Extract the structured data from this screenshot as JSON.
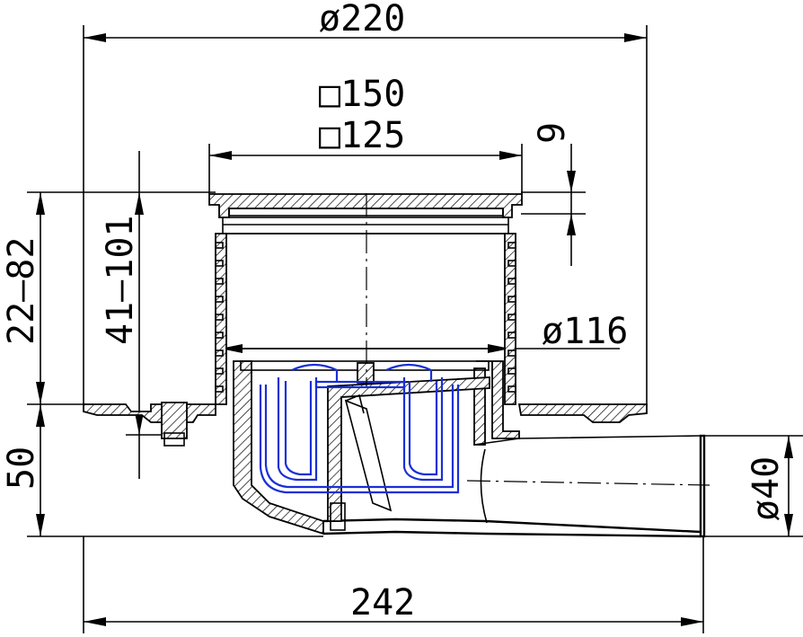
{
  "drawing": {
    "dimensions": {
      "outer_diameter": "ø220",
      "grate_outer": "□150",
      "grate_inner": "□125",
      "frame_height": "9",
      "height_range_outer": "22–82",
      "height_range_inner": "41–101",
      "body_diameter": "ø116",
      "base_height": "50",
      "outlet_diameter": "ø40",
      "overall_length": "242"
    }
  }
}
